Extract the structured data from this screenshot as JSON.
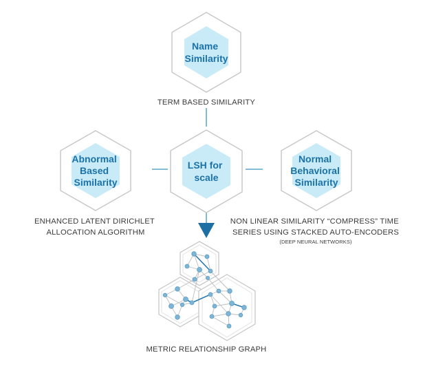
{
  "nodes": {
    "name_similarity": {
      "lines": [
        "Name",
        "Similarity"
      ]
    },
    "lsh_for_scale": {
      "lines": [
        "LSH for",
        "scale"
      ]
    },
    "abnormal_based_similarity": {
      "lines": [
        "Abnormal",
        "Based",
        "Similarity"
      ]
    },
    "normal_behavioral_similarity": {
      "lines": [
        "Normal",
        "Behavioral",
        "Similarity"
      ]
    }
  },
  "captions": {
    "term_based": "TERM BASED SIMILARITY",
    "lda_line1": "ENHANCED LATENT DIRICHLET",
    "lda_line2": "ALLOCATION ALGORITHM",
    "nonlinear_line1": "NON LINEAR SIMILARITY “COMPRESS” TIME",
    "nonlinear_line2": "SERIES USING STACKED AUTO-ENCODERS",
    "nonlinear_line3": "(DEEP NEURAL NETWORKS)",
    "graph": "METRIC RELATIONSHIP GRAPH"
  },
  "colors": {
    "hex_outline": "#c8c8c8",
    "hex_fill": "#c9ebf8",
    "title_text": "#1a72a8",
    "connector": "#3a95bf",
    "arrow": "#1c6fa2",
    "graph_node": "#7db5d6",
    "graph_edge": "#bdbdbd",
    "graph_highlight_edge": "#2a7ab0"
  }
}
